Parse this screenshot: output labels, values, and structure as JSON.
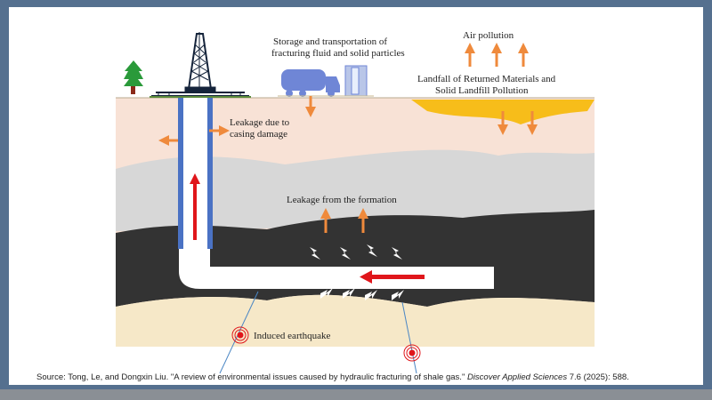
{
  "labels": {
    "storage_line1": "Storage and transportation of",
    "storage_line2": "fracturing fluid and solid particles",
    "air_pollution": "Air pollution",
    "landfill_line1": "Landfall of Returned Materials and",
    "landfill_line2": "Solid Landfill Pollution",
    "casing_line1": "Leakage due to",
    "casing_line2": "casing damage",
    "formation": "Leakage from the formation",
    "earthquake": "Induced earthquake"
  },
  "caption": {
    "prefix": "Source: Tong, Le, and Dongxin Liu. \"A review of environmental issues caused by hydraulic fracturing of shale gas.\" ",
    "journal": "Discover Applied Sciences",
    "suffix": " 7.6 (2025): 588."
  },
  "colors": {
    "frame": "#55708f",
    "topsoil": "#f8e2d6",
    "gray_layer": "#d7d7d7",
    "shale": "#333333",
    "bottom_layer": "#f6e8c8",
    "casing": "#4a72c4",
    "arrow_orange": "#ef8a3c",
    "flow_red": "#e0161b",
    "landfill": "#f7bd1a"
  }
}
